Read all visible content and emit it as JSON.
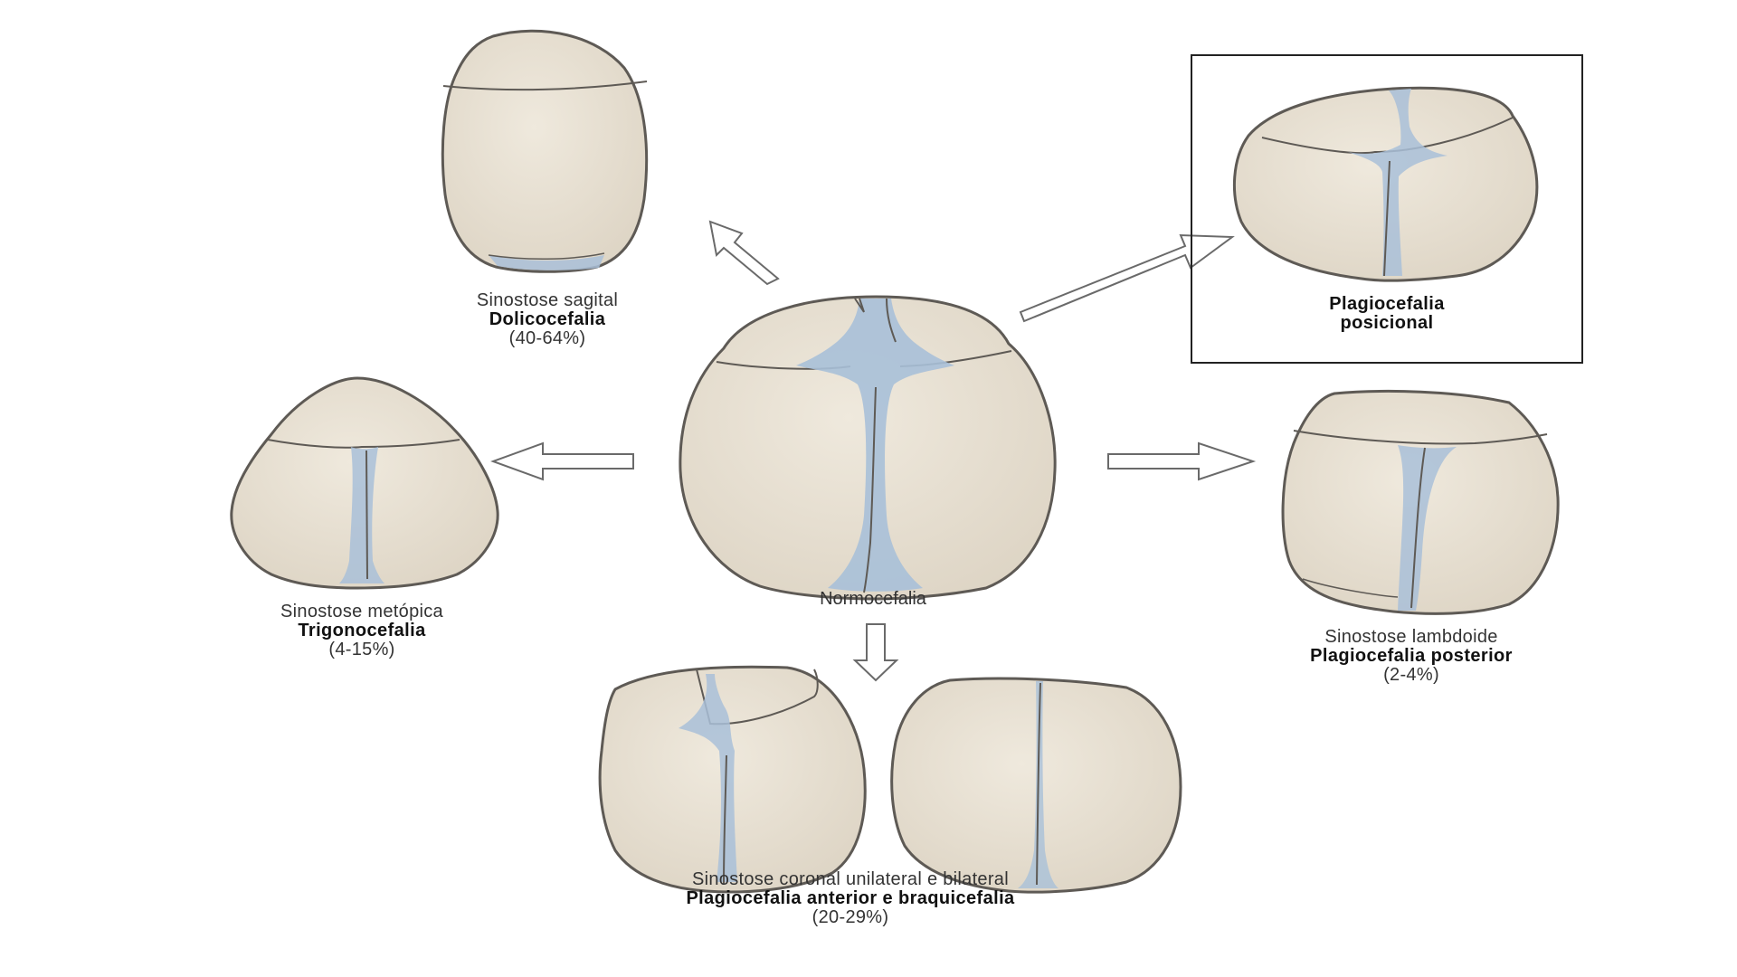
{
  "colors": {
    "bone": "#e8e0d2",
    "bone_shade": "#d7cebe",
    "outline": "#5e5a55",
    "suture": "#a9c0d8",
    "arrow": "#6a6a6a",
    "box": "#222222"
  },
  "labels": {
    "sagittal": {
      "line1": "Sinostose sagital",
      "line2": "Dolicocefalia",
      "line3": "(40-64%)"
    },
    "positional": {
      "line1": "Plagiocefalia",
      "line2": "posicional"
    },
    "metopic": {
      "line1": "Sinostose metópica",
      "line2": "Trigonocefalia",
      "line3": "(4-15%)"
    },
    "normal": {
      "line1": "Normocefalia"
    },
    "lambdoid": {
      "line1": "Sinostose lambdoide",
      "line2": "Plagiocefalia posterior",
      "line3": "(2-4%)"
    },
    "coronal": {
      "line1": "Sinostose coronal unilateral e bilateral",
      "line2": "Plagiocefalia anterior e braquicefalia",
      "line3": "(20-29%)"
    }
  }
}
